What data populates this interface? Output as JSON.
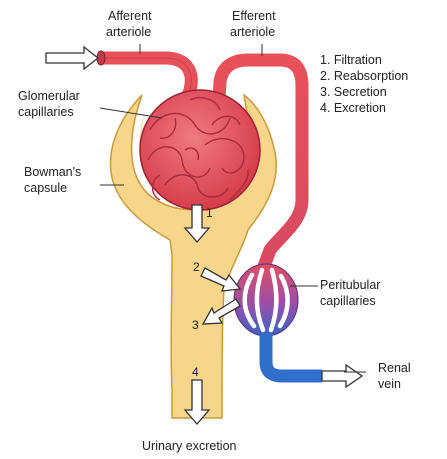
{
  "labels": {
    "afferent_line1": "Afferent",
    "afferent_line2": "arteriole",
    "efferent_line1": "Efferent",
    "efferent_line2": "arteriole",
    "glomerular_line1": "Glomerular",
    "glomerular_line2": "capillaries",
    "bowmans_line1": "Bowman's",
    "bowmans_line2": "capsule",
    "peritubular_line1": "Peritubular",
    "peritubular_line2": "capillaries",
    "renal_line1": "Renal",
    "renal_line2": "vein",
    "urinary": "Urinary excretion"
  },
  "legend": [
    "1. Filtration",
    "2. Reabsorption",
    "3. Secretion",
    "4. Excretion"
  ],
  "steps": [
    "1",
    "2",
    "3",
    "4"
  ],
  "colors": {
    "arteriole_red": "#e8505a",
    "capsule_yellow": "#f7d58a",
    "vein_blue": "#2f6fc9",
    "capillary_purple": "#8a4fb0"
  }
}
